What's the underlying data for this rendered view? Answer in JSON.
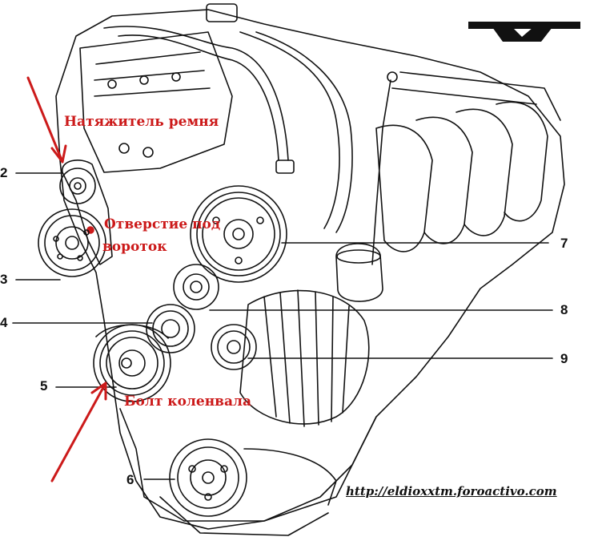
{
  "colors": {
    "line": "#111111",
    "annotation": "#cc1a1a",
    "background": "#ffffff"
  },
  "annotations": {
    "tensioner": "Натяжитель ремня",
    "hole_line1": "Отверстие под",
    "hole_line2": "вороток",
    "crank_bolt": "Болт коленвала"
  },
  "callouts": {
    "n2": "2",
    "n3": "3",
    "n4": "4",
    "n5": "5",
    "n6": "6",
    "n7": "7",
    "n8": "8",
    "n9": "9"
  },
  "watermark": {
    "url": "http://eldioxxtm.foroactivo.com"
  },
  "logo": {
    "icon": "mustache-logo-icon"
  }
}
